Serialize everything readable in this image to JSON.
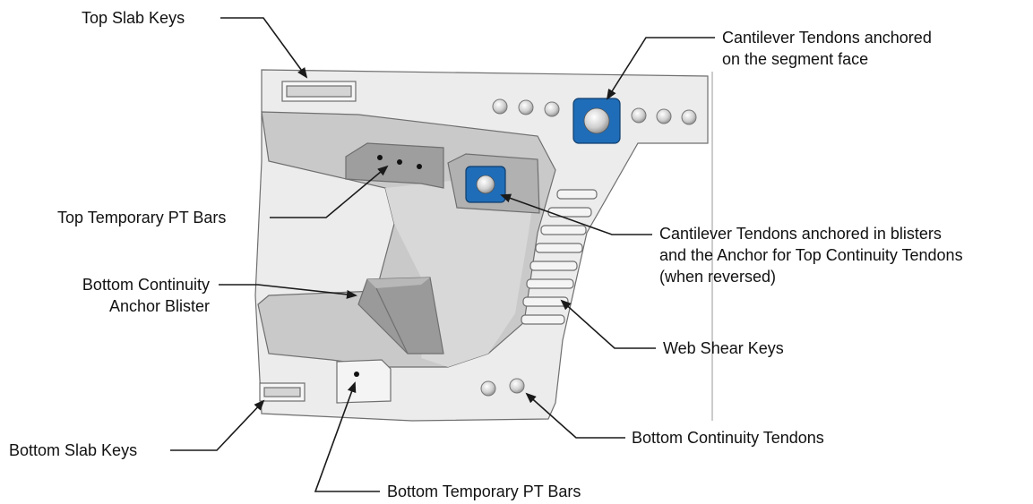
{
  "labels": {
    "top_slab_keys": "Top Slab Keys",
    "cantilever_face_line1": "Cantilever Tendons anchored",
    "cantilever_face_line2": "on the segment face",
    "top_temporary_pt_bars": "Top Temporary PT Bars",
    "cantilever_blisters_line1": "Cantilever Tendons anchored in blisters",
    "cantilever_blisters_line2": "and the Anchor for Top Continuity Tendons",
    "cantilever_blisters_line3": "(when reversed)",
    "bottom_continuity_blister_line1": "Bottom Continuity",
    "bottom_continuity_blister_line2": "Anchor Blister",
    "web_shear_keys": "Web Shear Keys",
    "bottom_continuity_tendons": "Bottom Continuity Tendons",
    "bottom_slab_keys": "Bottom Slab Keys",
    "bottom_temporary_pt_bars": "Bottom Temporary PT Bars"
  },
  "colors": {
    "concrete_light": "#ececec",
    "concrete_mid": "#c9c9c9",
    "concrete_dark": "#a9a9a9",
    "anchor_blue": "#1f6db8",
    "outline": "#6f6f6f"
  }
}
